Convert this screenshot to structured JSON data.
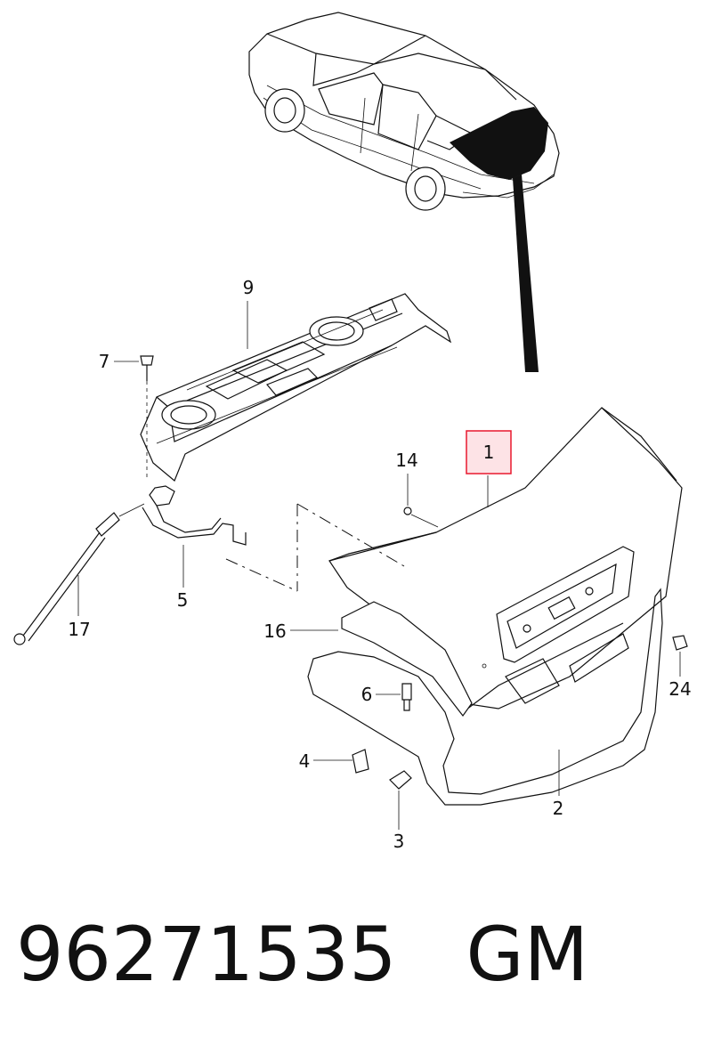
{
  "diagram": {
    "callouts": [
      {
        "id": "c1",
        "text": "1",
        "highlighted": true
      },
      {
        "id": "c2",
        "text": "2"
      },
      {
        "id": "c3",
        "text": "3"
      },
      {
        "id": "c4",
        "text": "4"
      },
      {
        "id": "c5",
        "text": "5"
      },
      {
        "id": "c6",
        "text": "6"
      },
      {
        "id": "c7",
        "text": "7"
      },
      {
        "id": "c9",
        "text": "9"
      },
      {
        "id": "c14",
        "text": "14"
      },
      {
        "id": "c16",
        "text": "16"
      },
      {
        "id": "c17",
        "text": "17"
      },
      {
        "id": "c24",
        "text": "24"
      }
    ],
    "highlight_color": "#e8182e",
    "highlight_fill": "#fde3e6",
    "line_color": "#111111"
  },
  "footer": {
    "part_number": "96271535",
    "brand": "GM"
  }
}
